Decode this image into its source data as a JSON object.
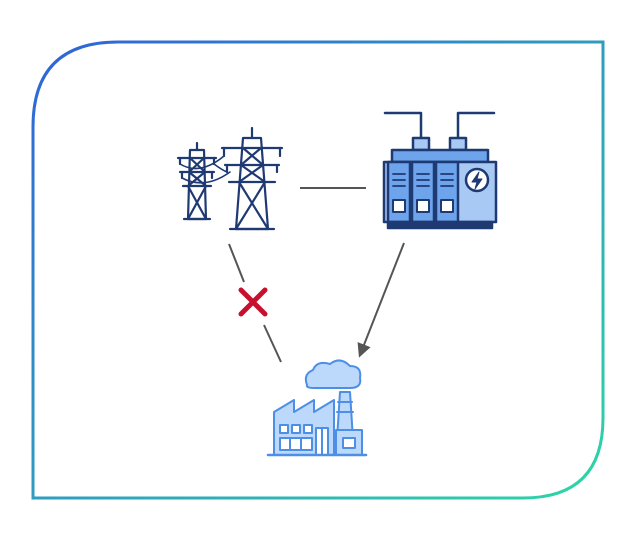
{
  "diagram": {
    "nodes": [
      {
        "id": "towers",
        "icon": "transmission-towers-icon"
      },
      {
        "id": "transformer",
        "icon": "transformer-icon"
      },
      {
        "id": "factory",
        "icon": "factory-icon"
      }
    ],
    "edges": [
      {
        "from": "towers",
        "to": "transformer",
        "style": "line"
      },
      {
        "from": "towers",
        "to": "factory",
        "style": "blocked",
        "marker": "cross-icon"
      },
      {
        "from": "transformer",
        "to": "factory",
        "style": "arrow"
      }
    ]
  },
  "colors": {
    "frame_gradient_start": "#2f63d8",
    "frame_gradient_end": "#2ed6a6",
    "icon_stroke": "#1f3a73",
    "icon_fill_light": "#a9c9f5",
    "icon_fill_mid": "#6ea4ec",
    "factory_stroke": "#4d8fe6",
    "factory_fill": "#bcd8fb",
    "connector": "#555555",
    "cross": "#c8102e"
  }
}
